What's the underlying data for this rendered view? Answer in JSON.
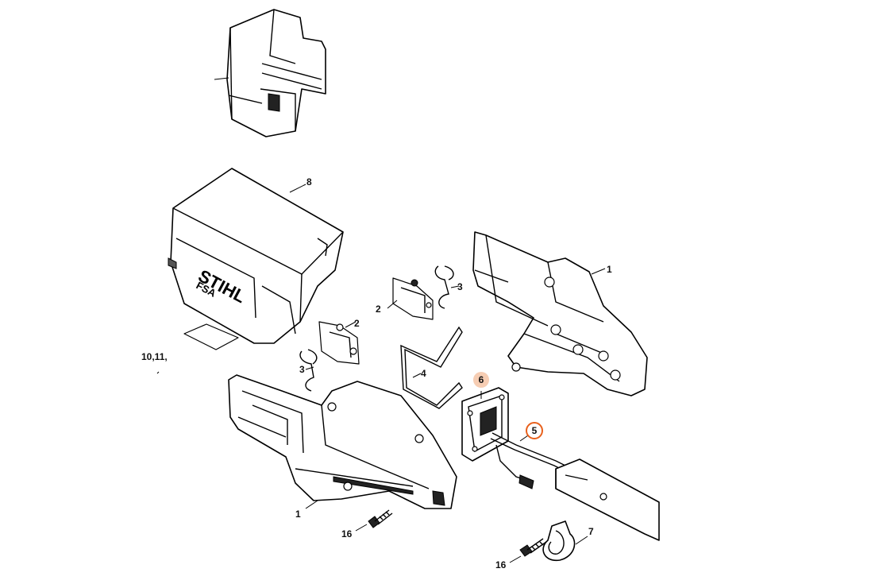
{
  "diagram": {
    "brand_colors": {
      "highlight_fill": "#f6cdb3",
      "highlight_ring": "#e8601c"
    },
    "callouts": [
      {
        "id": "8",
        "label": "8"
      },
      {
        "id": "1a",
        "label": "1"
      },
      {
        "id": "1b",
        "label": "1"
      },
      {
        "id": "2a",
        "label": "2"
      },
      {
        "id": "2b",
        "label": "2"
      },
      {
        "id": "3a",
        "label": "3"
      },
      {
        "id": "3b",
        "label": "3"
      },
      {
        "id": "4",
        "label": "4"
      },
      {
        "id": "6",
        "label": "6"
      },
      {
        "id": "5",
        "label": "5"
      },
      {
        "id": "7",
        "label": "7"
      },
      {
        "id": "16a",
        "label": "16"
      },
      {
        "id": "16b",
        "label": "16"
      },
      {
        "id": "10",
        "label": "10,11,"
      }
    ],
    "logo": {
      "brand": "STIHL",
      "model": "FSA"
    }
  }
}
